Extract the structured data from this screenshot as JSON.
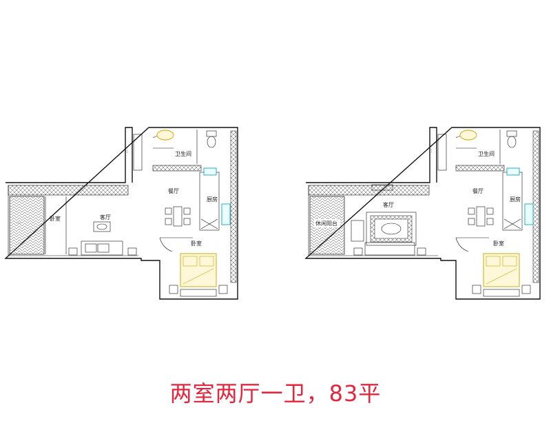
{
  "caption": "两室两厅一卫，83平",
  "colors": {
    "caption": "#e8243c",
    "fixture_cyan": "#10a8b8",
    "bed_gold": "#c9a400"
  },
  "plans": [
    {
      "rooms": {
        "bathroom": "卫生间",
        "dining": "餐厅",
        "kitchen": "厨房",
        "living": "客厅",
        "bedroom_left": "卧室",
        "bedroom_right": "卧室"
      }
    },
    {
      "rooms": {
        "bathroom": "卫生间",
        "dining": "餐厅",
        "kitchen": "厨房",
        "living": "客厅",
        "leisure": "休闲阳台",
        "bedroom_right": "卧室"
      }
    }
  ]
}
